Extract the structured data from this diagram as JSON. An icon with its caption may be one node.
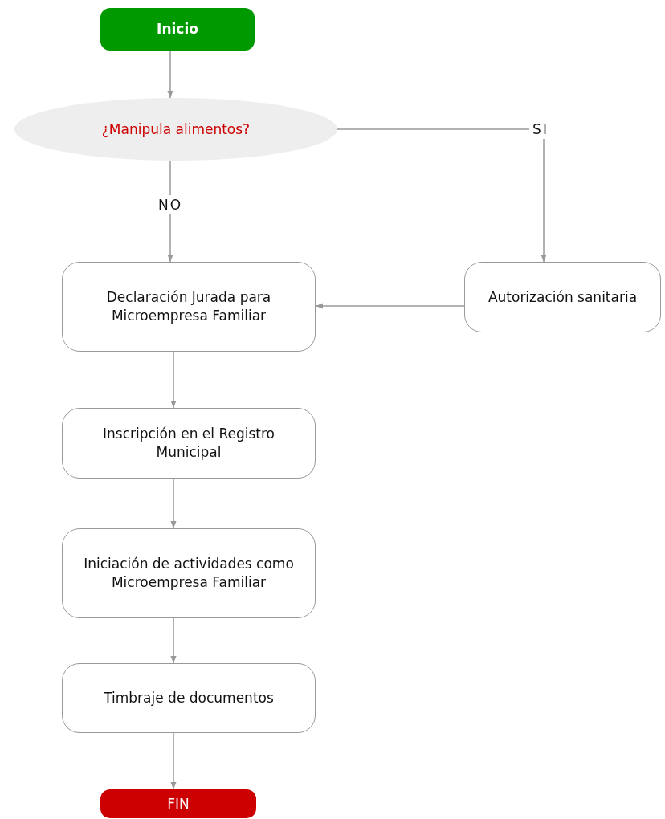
{
  "diagram": {
    "nodes": [
      {
        "text": [
          "Inicio"
        ]
      },
      {
        "text": [
          "¿Manipula alimentos?"
        ]
      },
      {
        "text": [
          "Declaración Jurada para Microempresa Familiar"
        ]
      },
      {
        "text": [
          "Autorización sanitaria"
        ]
      },
      {
        "text": [
          "Inscripción en el Registro Municipal"
        ]
      },
      {
        "text": [
          "Iniciación de actividades como Microempresa Familiar"
        ]
      },
      {
        "text": [
          "Timbraje de documentos"
        ]
      },
      {
        "text": [
          "FIN"
        ]
      }
    ],
    "edges": [
      {
        "from": 0,
        "to": 1,
        "arrow": "to"
      },
      {
        "from": 1,
        "to": 2,
        "arrow": "to",
        "label": "NO"
      },
      {
        "from": 1,
        "to": 3,
        "arrow": "to",
        "label": "SI"
      },
      {
        "from": 3,
        "to": 2,
        "arrow": "to"
      },
      {
        "from": 2,
        "to": 4,
        "arrow": "to"
      },
      {
        "from": 4,
        "to": 5,
        "arrow": "to"
      },
      {
        "from": 5,
        "to": 6,
        "arrow": "to"
      },
      {
        "from": 6,
        "to": 7,
        "arrow": "to"
      }
    ]
  }
}
